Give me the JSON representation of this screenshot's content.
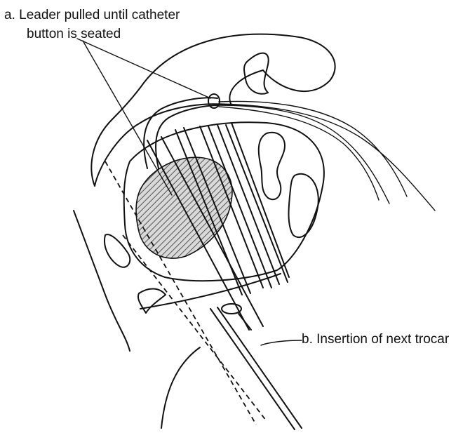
{
  "labels": {
    "a_line1": "a. Leader pulled until catheter",
    "a_line2": "button is seated",
    "b": "b. Insertion of next trocar"
  },
  "colors": {
    "ink": "#111111",
    "background": "#ffffff"
  }
}
